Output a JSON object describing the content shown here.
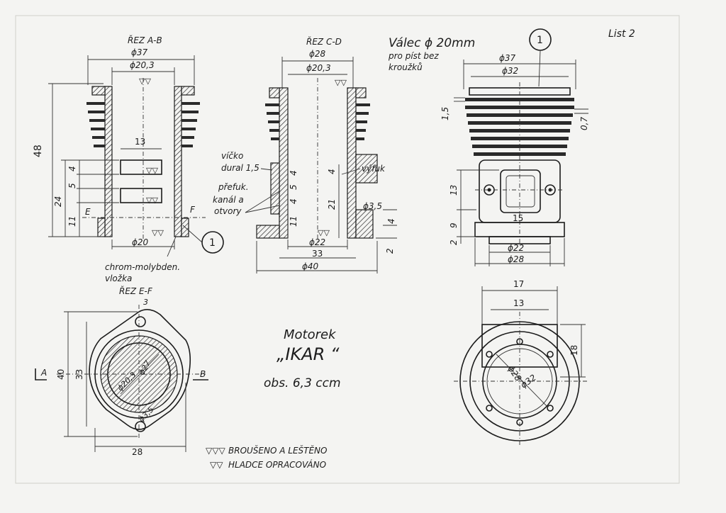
{
  "sheet": {
    "sheet_label": "List 2",
    "cylinder_title": "Válec ϕ 20mm",
    "cylinder_note": [
      "pro píst bez",
      "kroužků"
    ],
    "part_number": "1"
  },
  "section_ab": {
    "title": "ŘEZ A-B",
    "dims": {
      "d37": "ϕ37",
      "d203": "ϕ20,3",
      "h48": "48",
      "w13": "13",
      "h4": "4",
      "h5": "5",
      "h24": "24",
      "h11": "11",
      "d20": "ϕ20",
      "mark_e": "E",
      "mark_f": "F"
    },
    "note": [
      "chrom-molybden.",
      "vložka"
    ]
  },
  "section_cd": {
    "title": "ŘEZ C-D",
    "dims": {
      "d28": "ϕ28",
      "d203": "ϕ20,3",
      "h4": "4",
      "h5": "5",
      "h4b": "4",
      "h11": "11",
      "h21": "21",
      "h4c": "4",
      "d22": "ϕ22",
      "w33": "33",
      "d40": "ϕ40",
      "h2": "2",
      "d35": "ϕ3,5",
      "h4d": "4"
    },
    "labels": [
      "víčko",
      "dural 1,5",
      "přefuk.",
      "kanál a",
      "otvory",
      "výfuk"
    ]
  },
  "side_view": {
    "dims": {
      "d37": "ϕ37",
      "d32": "ϕ32",
      "h15": "1,5",
      "h07": "0,7",
      "h13": "13",
      "h9": "9",
      "h2": "2",
      "w15": "15",
      "d22": "ϕ22",
      "d28": "ϕ28"
    }
  },
  "section_ef": {
    "title": "ŘEZ E-F",
    "dims": {
      "h40": "40",
      "h33": "33",
      "w28": "28",
      "d3": "3",
      "d203": "ϕ20,3",
      "d27": "ϕ27",
      "d35": "ϕ3,5"
    },
    "cut_a": "A",
    "cut_b": "B"
  },
  "bottom_view": {
    "dims": {
      "w17": "17",
      "w13": "13",
      "h18": "18",
      "d28": "ϕ28",
      "d32": "ϕ32"
    }
  },
  "title_block": {
    "line1": "Motorek",
    "line2": "„IKAR “",
    "line3": "obs. 6,3 ccm"
  },
  "legend": [
    {
      "symbol": "▽▽▽",
      "text": "BROUŠENO A LEŠTĚNO"
    },
    {
      "symbol": "▽▽",
      "text": "HLADCE OPRACOVÁNO"
    }
  ]
}
